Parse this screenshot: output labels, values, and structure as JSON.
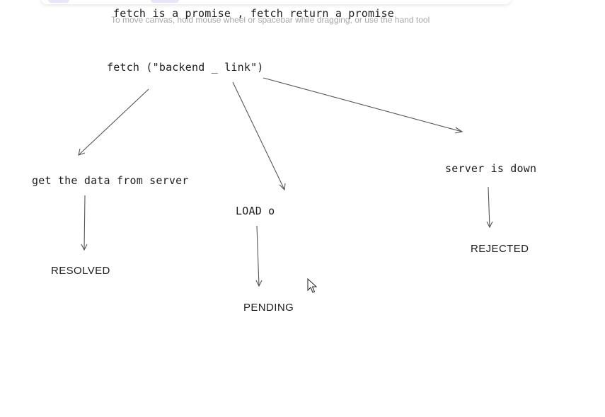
{
  "canvas": {
    "hint_text": "To move canvas, hold mouse wheel or spacebar while dragging, or use the hand tool"
  },
  "diagram": {
    "title": "fetch is a promise , fetch return a promise",
    "root": "fetch (\"backend _ link\")",
    "branches": {
      "resolved_cause": "get the data from server",
      "pending_cause": "LOAD o",
      "rejected_cause": "server is down"
    },
    "states": {
      "resolved": "RESOLVED",
      "pending": "PENDING",
      "rejected": "REJECTED"
    }
  },
  "icons": {
    "cursor": "mouse-pointer-icon"
  }
}
